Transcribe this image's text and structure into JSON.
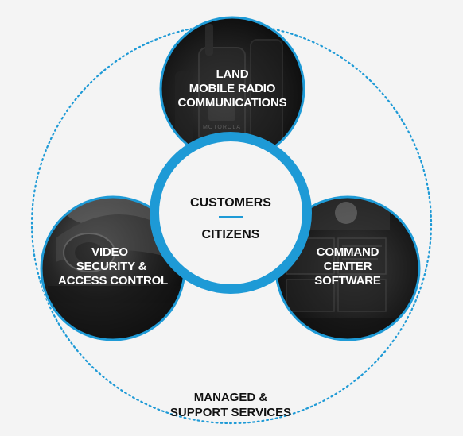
{
  "diagram": {
    "center": {
      "line1": "CUSTOMERS",
      "line2": "CITIZENS"
    },
    "nodes": {
      "radio": {
        "line1": "LAND",
        "line2": "MOBILE RADIO",
        "line3": "COMMUNICATIONS",
        "brand": "MOTOROLA"
      },
      "video": {
        "line1": "VIDEO",
        "line2": "SECURITY &",
        "line3": "ACCESS CONTROL"
      },
      "command": {
        "line1": "COMMAND",
        "line2": "CENTER",
        "line3": "SOFTWARE"
      }
    },
    "outer": {
      "line1": "MANAGED &",
      "line2": "SUPPORT SERVICES"
    }
  },
  "colors": {
    "accent": "#1e9ad6",
    "background": "#f4f4f4",
    "node_fill": "#1b1b1b",
    "text_dark": "#111111",
    "text_light": "#ffffff"
  },
  "icons": [
    "radio-photo-icon",
    "camera-photo-icon",
    "monitor-photo-icon"
  ]
}
